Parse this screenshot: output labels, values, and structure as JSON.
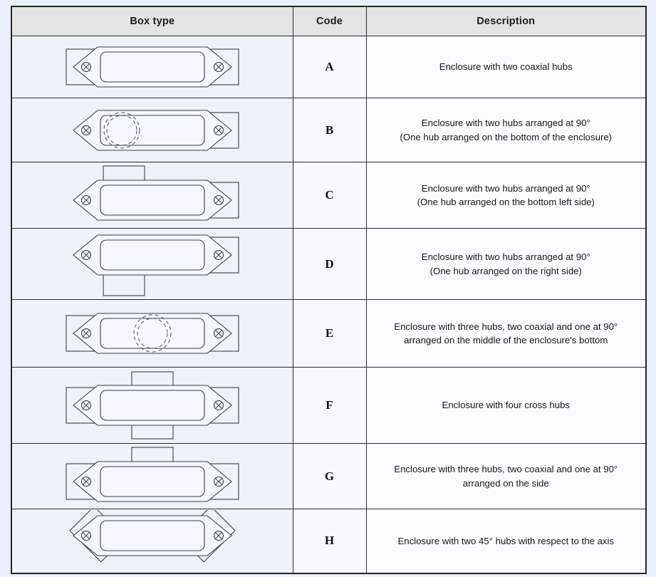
{
  "table": {
    "headers": {
      "box_type": "Box type",
      "code": "Code",
      "description": "Description"
    },
    "rows": [
      {
        "code": "A",
        "desc_lines": [
          "Enclosure with two coaxial hubs"
        ],
        "drawing": "enclosure-two-coaxial-hubs"
      },
      {
        "code": "B",
        "desc_lines": [
          "Enclosure with two hubs arranged at 90°",
          "(One hub arranged on the bottom of the enclosure)"
        ],
        "drawing": "enclosure-hub-bottom-left-dashed"
      },
      {
        "code": "C",
        "desc_lines": [
          "Enclosure with two hubs arranged at 90°",
          "(One hub arranged on the bottom left side)"
        ],
        "drawing": "enclosure-hub-top-left"
      },
      {
        "code": "D",
        "desc_lines": [
          "Enclosure with two hubs arranged at 90°",
          "(One hub arranged on the right side)"
        ],
        "drawing": "enclosure-hub-bottom-left-solid"
      },
      {
        "code": "E",
        "desc_lines": [
          "Enclosure with three hubs, two coaxial and one at 90°",
          "arranged on the middle of the enclosure's bottom"
        ],
        "drawing": "enclosure-three-hubs-center-dashed"
      },
      {
        "code": "F",
        "desc_lines": [
          "Enclosure with four cross hubs"
        ],
        "drawing": "enclosure-four-cross-hubs"
      },
      {
        "code": "G",
        "desc_lines": [
          "Enclosure with three hubs, two coaxial and one at 90°",
          "arranged on the side"
        ],
        "drawing": "enclosure-three-hubs-top-center"
      },
      {
        "code": "H",
        "desc_lines": [
          "Enclosure with two 45° hubs with respect to the axis"
        ],
        "drawing": "enclosure-two-45deg-hubs"
      }
    ]
  },
  "colors": {
    "page_background": "#eaf0fb",
    "header_background": "#e4e4e4",
    "box_cell_background": "#eef2fb",
    "description_background": "#fbfcfe",
    "border": "#2b2b2b",
    "line_art": "#3a3f4a"
  }
}
